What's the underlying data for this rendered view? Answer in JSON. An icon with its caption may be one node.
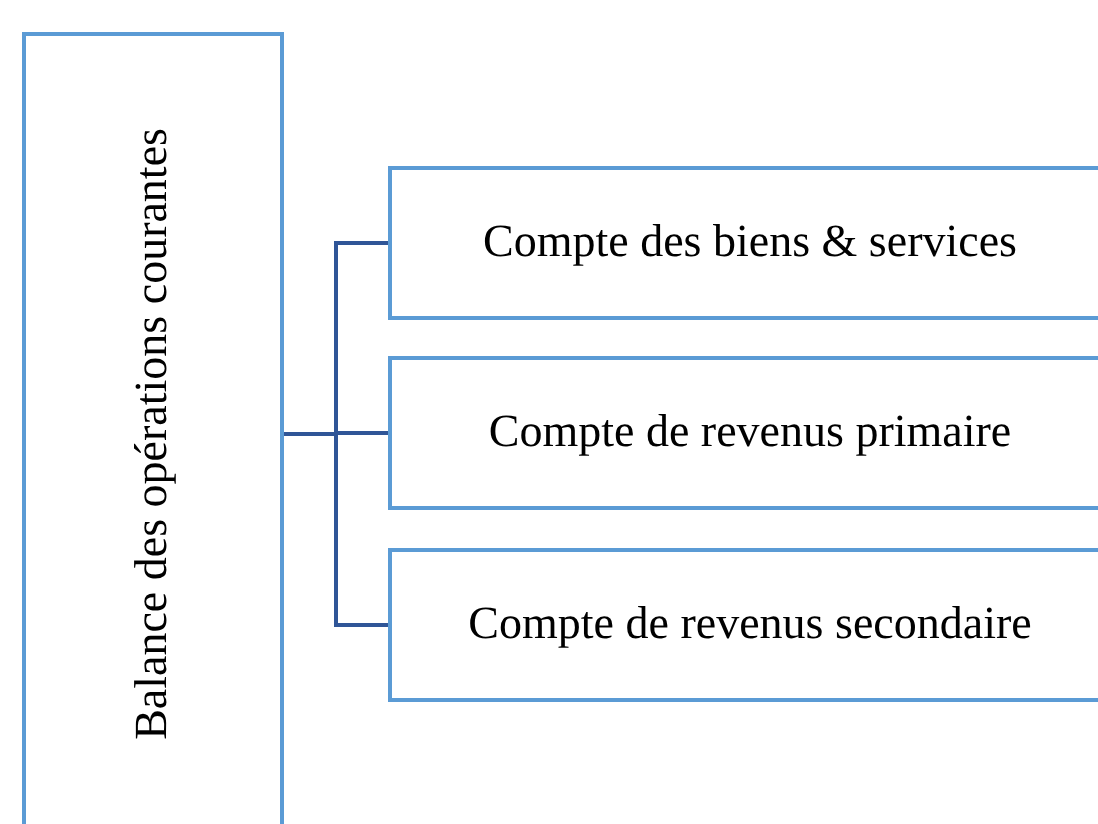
{
  "diagram": {
    "nodes": [
      {
        "text": [
          "Balance des opérations courantes"
        ]
      },
      {
        "text": [
          "Compte des biens & services"
        ]
      },
      {
        "text": [
          "Compte de revenus primaire"
        ]
      },
      {
        "text": [
          "Compte de revenus secondaire"
        ]
      }
    ],
    "edges": [
      {
        "from": 0,
        "to": 1,
        "arrow": "none"
      },
      {
        "from": 0,
        "to": 2,
        "arrow": "none"
      },
      {
        "from": 0,
        "to": 3,
        "arrow": "none"
      }
    ]
  }
}
